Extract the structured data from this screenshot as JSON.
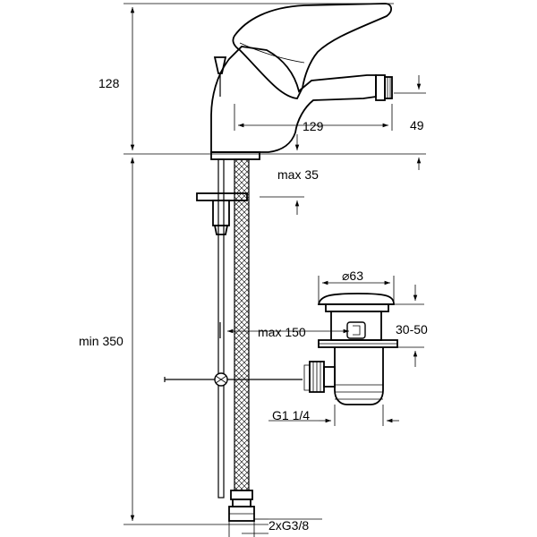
{
  "dimensions": {
    "height_128": "128",
    "height_min350": "min 350",
    "reach_129": "129",
    "spout_49": "49",
    "deck_max35": "max 35",
    "hose_max150": "max 150",
    "waste_dia63": "⌀63",
    "waste_30_50": "30-50",
    "waste_thread": "G1 1/4",
    "hose_thread": "2xG3/8"
  }
}
